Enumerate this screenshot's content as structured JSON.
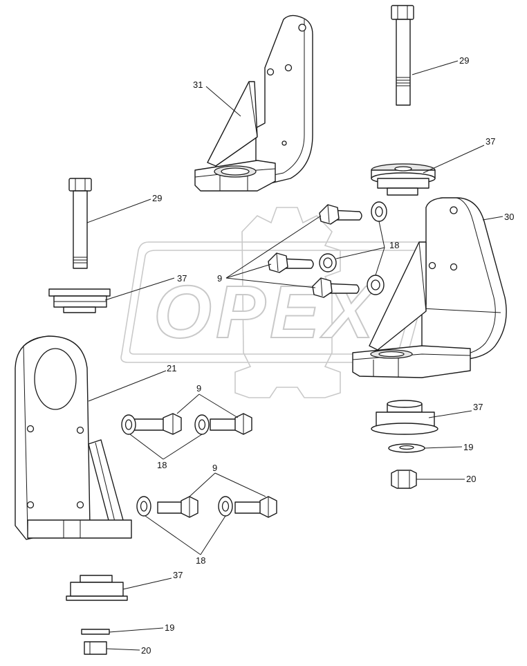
{
  "watermark": {
    "brand": "OPEX"
  },
  "labels": [
    {
      "id": "callout-31",
      "text": "31"
    },
    {
      "id": "callout-29-top",
      "text": "29"
    },
    {
      "id": "callout-37-top",
      "text": "37"
    },
    {
      "id": "callout-29-left",
      "text": "29"
    },
    {
      "id": "callout-30",
      "text": "30"
    },
    {
      "id": "callout-18-mid",
      "text": "18"
    },
    {
      "id": "callout-9-mid",
      "text": "9"
    },
    {
      "id": "callout-37-left",
      "text": "37"
    },
    {
      "id": "callout-21",
      "text": "21"
    },
    {
      "id": "callout-9-a",
      "text": "9"
    },
    {
      "id": "callout-37-right",
      "text": "37"
    },
    {
      "id": "callout-19-right",
      "text": "19"
    },
    {
      "id": "callout-18-a",
      "text": "18"
    },
    {
      "id": "callout-20-right",
      "text": "20"
    },
    {
      "id": "callout-9-b",
      "text": "9"
    },
    {
      "id": "callout-18-b",
      "text": "18"
    },
    {
      "id": "callout-37-bottom",
      "text": "37"
    },
    {
      "id": "callout-19-bottom",
      "text": "19"
    },
    {
      "id": "callout-20-bottom",
      "text": "20"
    }
  ]
}
